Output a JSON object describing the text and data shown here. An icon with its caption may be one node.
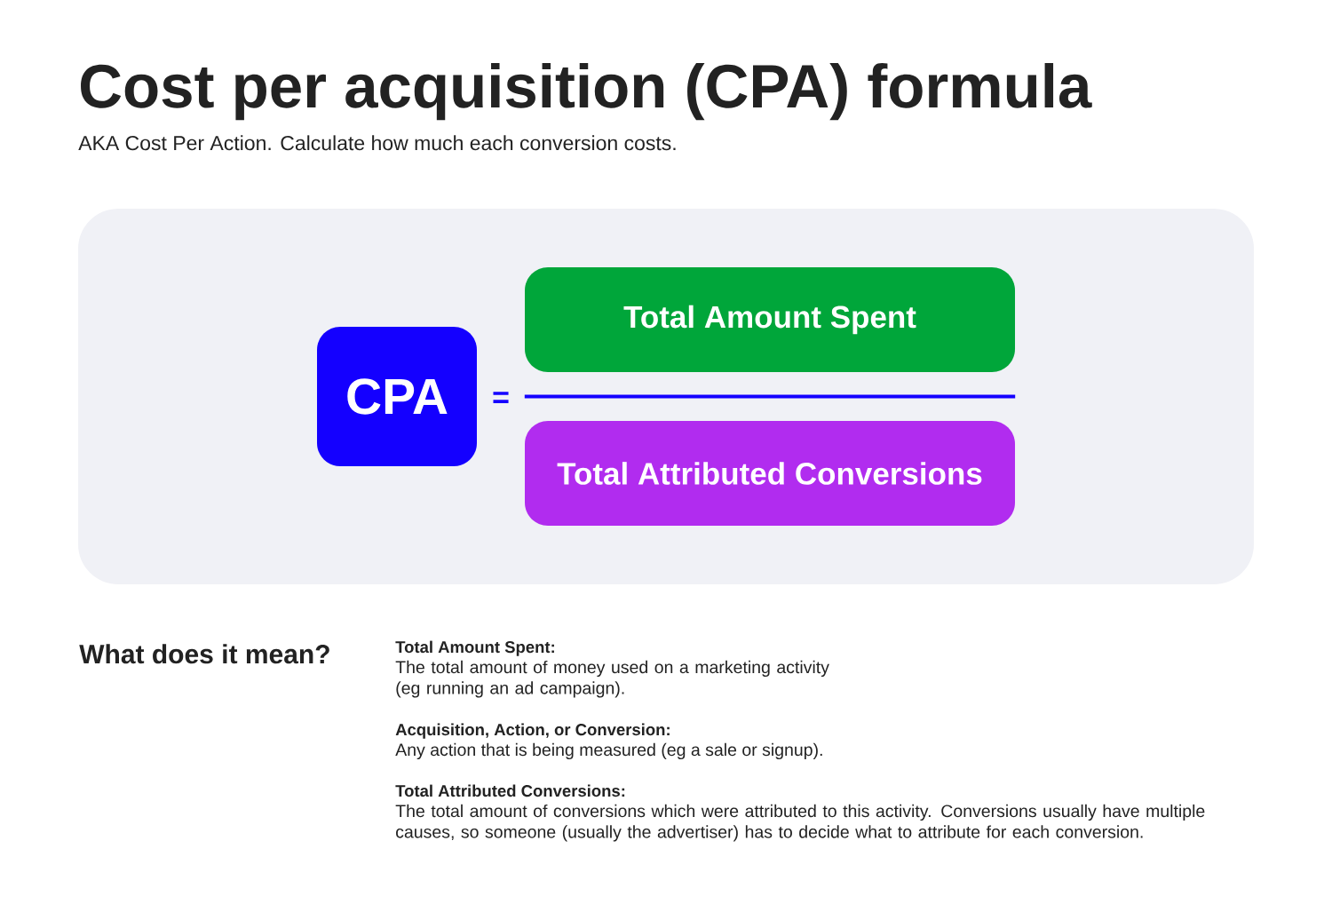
{
  "diagram": {
    "title": "Cost per acquisition (CPA) formula",
    "nodes": [
      {
        "text": [],
        "shape": "box"
      },
      {
        "text": [
          "CPA"
        ],
        "in": 0
      },
      {
        "text": [
          "Total Amount Spent"
        ],
        "in": 0
      },
      {
        "text": [
          "Total Attributed Conversions"
        ],
        "in": 0
      }
    ],
    "labels": [
      "AKA Cost Per Action. Calculate how much each conversion costs.",
      "=",
      "What does it mean?",
      "Total Amount Spent:",
      "The total amount of money used on a marketing activity (eg running an ad campaign).",
      "Acquisition, Action, or Conversion:",
      "Any action that is being measured (eg a sale or signup).",
      "Total Attributed Conversions:",
      "The total amount of conversions which were attributed to this activity. Conversions usually have multiple causes, so someone (usually the advertiser) has to decide what to attribute for each conversion."
    ]
  }
}
